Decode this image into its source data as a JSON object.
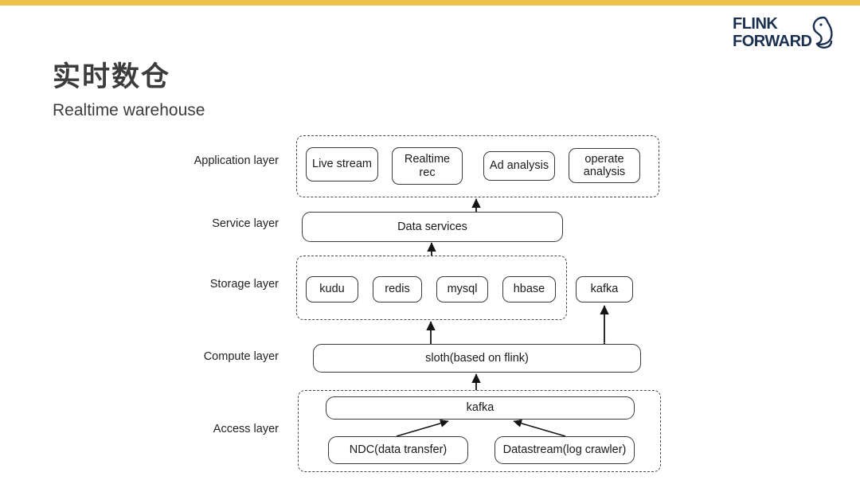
{
  "accent_color": "#edc14c",
  "brand": {
    "line1": "FLINK",
    "line2": "FORWARD",
    "icon": "squirrel-icon",
    "color": "#1b3050"
  },
  "title": "实时数仓",
  "subtitle": "Realtime warehouse",
  "diagram": {
    "type": "layered-architecture",
    "layers": [
      {
        "id": "application",
        "label": "Application layer",
        "grouped": true,
        "nodes": [
          "Live stream",
          "Realtime rec",
          "Ad analysis",
          "operate analysis"
        ]
      },
      {
        "id": "service",
        "label": "Service layer",
        "grouped": false,
        "nodes": [
          "Data services"
        ]
      },
      {
        "id": "storage",
        "label": "Storage layer",
        "grouped": true,
        "nodes": [
          "kudu",
          "redis",
          "mysql",
          "hbase"
        ],
        "outside_nodes": [
          "kafka"
        ]
      },
      {
        "id": "compute",
        "label": "Compute layer",
        "grouped": false,
        "nodes": [
          "sloth(based on flink)"
        ]
      },
      {
        "id": "access",
        "label": "Access layer",
        "grouped": true,
        "nodes": [
          "kafka",
          "NDC(data transfer)",
          "Datastream(log crawler)"
        ]
      }
    ],
    "nodes": {
      "app_live_stream": "Live stream",
      "app_realtime_rec": "Realtime\nrec",
      "app_realtime_rec_l1": "Realtime",
      "app_realtime_rec_l2": "rec",
      "app_ad_analysis": "Ad analysis",
      "app_operate_analysis_l1": "operate",
      "app_operate_analysis_l2": "analysis",
      "service_data_services": "Data services",
      "storage_kudu": "kudu",
      "storage_redis": "redis",
      "storage_mysql": "mysql",
      "storage_hbase": "hbase",
      "storage_kafka": "kafka",
      "compute_sloth": "sloth(based on flink)",
      "access_kafka": "kafka",
      "access_ndc": "NDC(data transfer)",
      "access_datastream": "Datastream(log crawler)"
    },
    "edges": [
      {
        "from": "service_data_services",
        "to": "application_group",
        "style": "single-arrow-up"
      },
      {
        "from": "storage_group",
        "to": "service_data_services",
        "style": "single-arrow-up"
      },
      {
        "from": "compute_sloth",
        "to": "storage_group",
        "style": "single-arrow-up"
      },
      {
        "from": "compute_sloth",
        "to": "storage_kafka",
        "style": "double-arrow-vertical"
      },
      {
        "from": "access_group",
        "to": "compute_sloth",
        "style": "single-arrow-up"
      },
      {
        "from": "access_ndc",
        "to": "access_kafka",
        "style": "single-arrow-diagonal"
      },
      {
        "from": "access_datastream",
        "to": "access_kafka",
        "style": "single-arrow-diagonal"
      }
    ]
  }
}
